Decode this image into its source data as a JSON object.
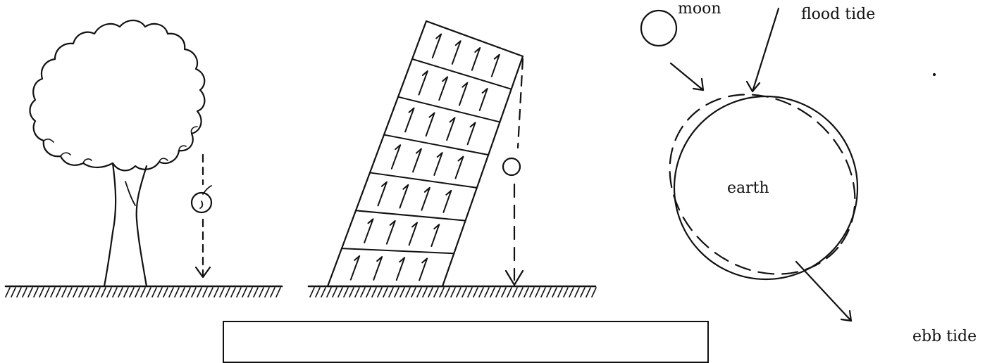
{
  "labels": {
    "moon": "moon",
    "flood_tide": "flood tide",
    "earth": "earth",
    "ebb_tide": "ebb tide"
  },
  "answer_box": {
    "value": ""
  },
  "colors": {
    "ink": "#111111",
    "background": "#ffffff"
  }
}
